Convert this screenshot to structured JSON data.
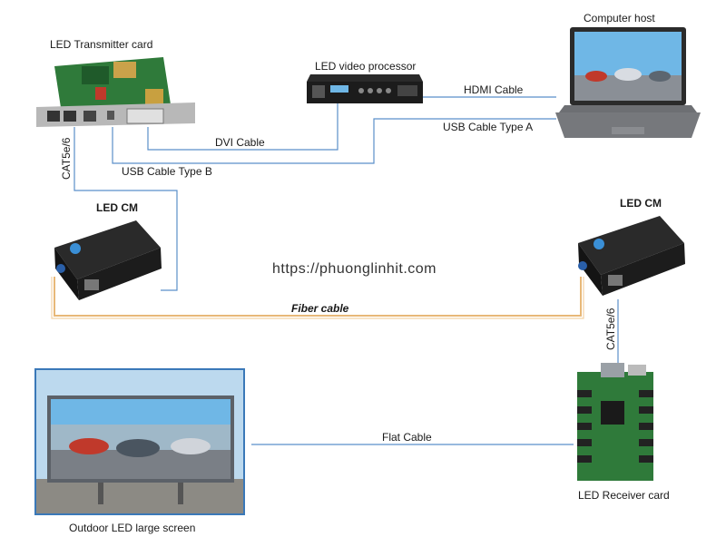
{
  "labels": {
    "computer_host": "Computer host",
    "transmitter_card": "LED Transmitter card",
    "video_processor": "LED video processor",
    "hdmi_cable": "HDMI Cable",
    "usb_cable_a": "USB Cable Type A",
    "dvi_cable": "DVI Cable",
    "usb_cable_b": "USB Cable Type  B",
    "cat_left": "CAT5e/6",
    "cat_right": "CAT5e/6",
    "led_cm_left": "LED CM",
    "led_cm_right": "LED CM",
    "fiber_cable": "Fiber cable",
    "flat_cable": "Flat Cable",
    "receiver_card": "LED Receiver card",
    "outdoor_screen": "Outdoor LED  large screen"
  },
  "watermark": "https://phuonglinhit.com",
  "colors": {
    "wire": "#5b8fc9",
    "fiber": "#e8b878",
    "pcb_green": "#2f7a3a",
    "device_dark": "#1c1c1c",
    "screen_blue": "#6fb7e6"
  }
}
